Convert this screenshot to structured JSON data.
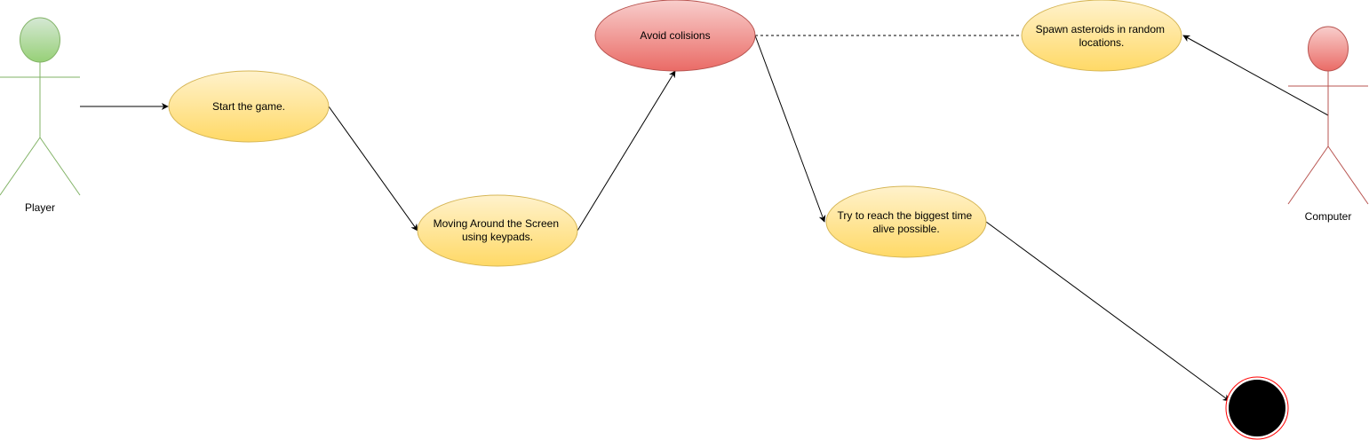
{
  "colors": {
    "usecase_yellow_top": "#fff2cc",
    "usecase_yellow_bottom": "#ffd966",
    "usecase_yellow_stroke": "#d6b656",
    "usecase_red_top": "#f8cecc",
    "usecase_red_bottom": "#ea6b66",
    "usecase_red_stroke": "#b85450",
    "player_fill": "#d5e8d4",
    "player_fill_dark": "#97d077",
    "player_stroke": "#82b366",
    "computer_fill": "#f8cecc",
    "computer_fill_dark": "#ea6b66",
    "computer_stroke": "#b85450",
    "end_outer_stroke": "#ff0000",
    "end_inner": "#000000"
  },
  "actors": {
    "player": {
      "label": "Player"
    },
    "computer": {
      "label": "Computer"
    }
  },
  "usecases": {
    "start": {
      "lines": [
        "Start the game."
      ]
    },
    "move": {
      "lines": [
        "Moving Around the Screen",
        "using keypads."
      ]
    },
    "avoid": {
      "lines": [
        "Avoid colisions"
      ]
    },
    "spawn": {
      "lines": [
        "Spawn asteroids in random",
        "locations."
      ]
    },
    "reach": {
      "lines": [
        "Try to reach the biggest time",
        "alive possible."
      ]
    }
  }
}
